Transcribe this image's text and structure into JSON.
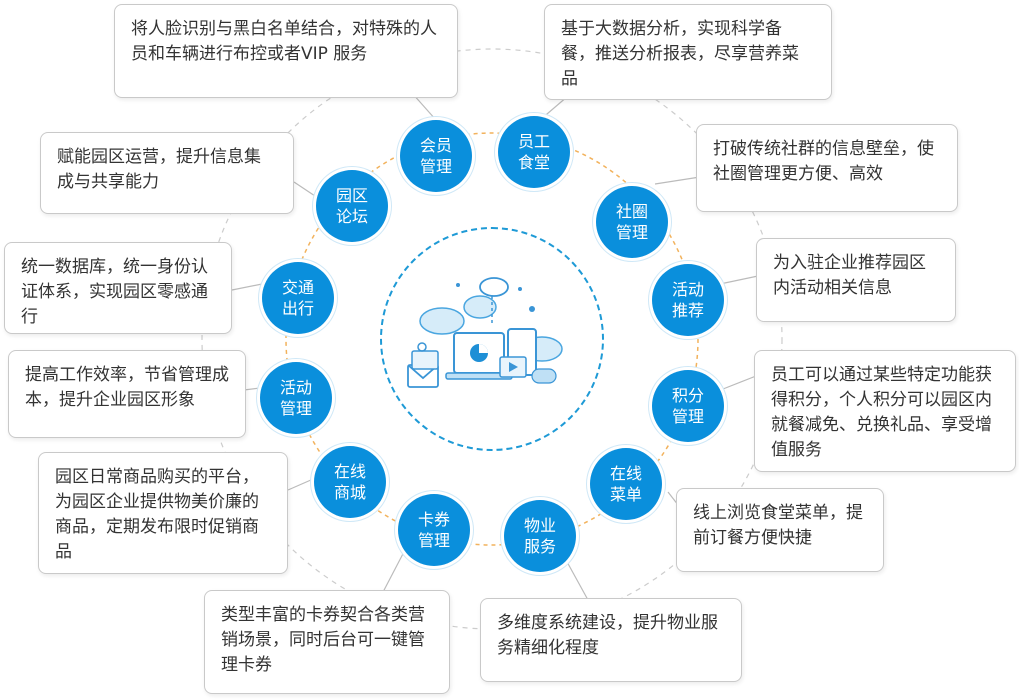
{
  "nodes": [
    {
      "id": "member",
      "label": "会员管理",
      "desc": "将人脸识别与黑白名单结合，对特殊的人员和车辆进行布控或者VIP 服务"
    },
    {
      "id": "canteen",
      "label": "员工食堂",
      "desc": "基于大数据分析，实现科学备餐，推送分析报表，尽享营养菜品"
    },
    {
      "id": "community",
      "label": "社圈管理",
      "desc": "打破传统社群的信息壁垒，使社圈管理更方便、高效"
    },
    {
      "id": "activity-recommend",
      "label": "活动推荐",
      "desc": "为入驻企业推荐园区内活动相关信息"
    },
    {
      "id": "points",
      "label": "积分管理",
      "desc": "员工可以通过某些特定功能获得积分，个人积分可以园区内就餐减免、兑换礼品、享受增值服务"
    },
    {
      "id": "online-menu",
      "label": "在线菜单",
      "desc": "线上浏览食堂菜单，提前订餐方便快捷"
    },
    {
      "id": "property",
      "label": "物业服务",
      "desc": "多维度系统建设，提升物业服务精细化程度"
    },
    {
      "id": "coupon",
      "label": "卡券管理",
      "desc": "类型丰富的卡券契合各类营销场景，同时后台可一键管理卡券"
    },
    {
      "id": "mall",
      "label": "在线商城",
      "desc": "园区日常商品购买的平台，为园区企业提供物美价廉的商品，定期发布限时促销商品"
    },
    {
      "id": "activity-manage",
      "label": "活动管理",
      "desc": "提高工作效率，节省管理成本，提升企业园区形象"
    },
    {
      "id": "traffic",
      "label": "交通出行",
      "desc": "统一数据库，统一身份认证体系，实现园区零感通行"
    },
    {
      "id": "forum",
      "label": "园区论坛",
      "desc": "赋能园区运营，提升信息集成与共享能力"
    }
  ],
  "colors": {
    "node": "#0a8fdc",
    "ring": "#f2b25c",
    "outer": "#cccccc",
    "hub": "#1e9ad6"
  }
}
